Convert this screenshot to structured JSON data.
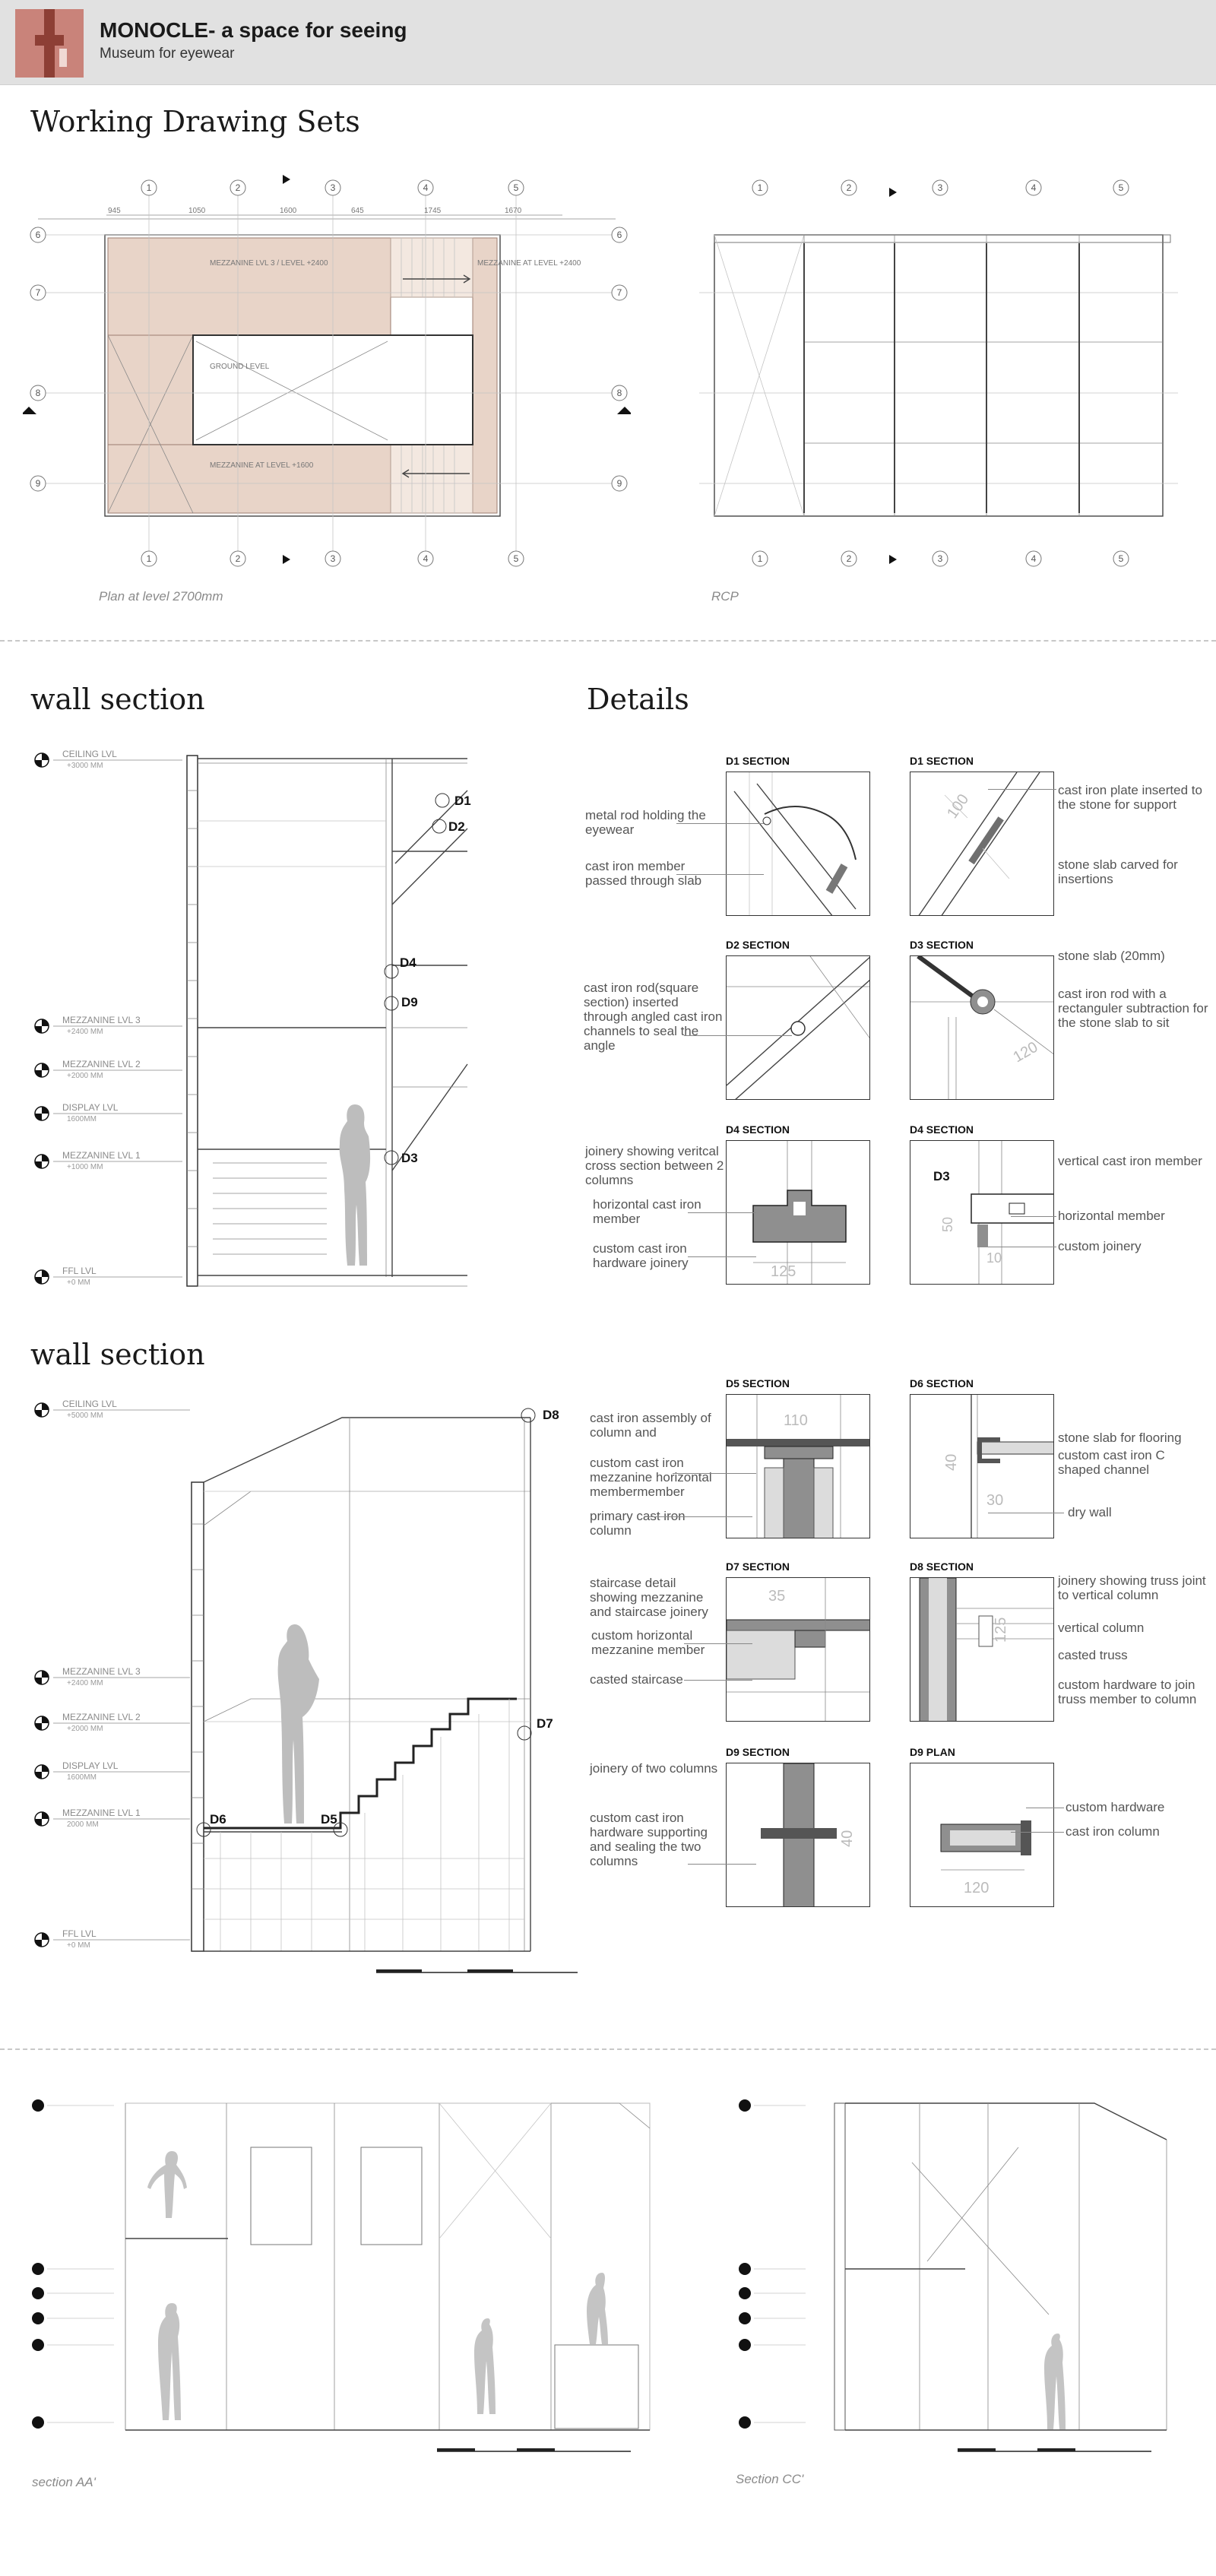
{
  "header": {
    "title": "MONOCLE- a space for seeing",
    "subtitle": "Museum for eyewear"
  },
  "sections": {
    "working_drawings": "Working Drawing Sets",
    "wall_section": "wall section",
    "details": "Details"
  },
  "plan": {
    "caption": "Plan at level 2700mm",
    "grid_cols": [
      "1",
      "2",
      "3",
      "4",
      "5"
    ],
    "grid_rows": [
      "6",
      "7",
      "8",
      "9"
    ],
    "dims": [
      "945",
      "1050",
      "1600",
      "645",
      "1745",
      "1670"
    ],
    "rooms": [
      "MEZZANINE LVL 3 / LEVEL +2400",
      "MEZZANINE AT LEVEL +2400",
      "GROUND LEVEL",
      "MEZZANINE AT LEVEL +1600"
    ]
  },
  "rcp": {
    "caption": "RCP",
    "grid_cols": [
      "1",
      "2",
      "3",
      "4",
      "5"
    ]
  },
  "levels_1": [
    {
      "name": "CEILING LVL",
      "value": "+3000 MM"
    },
    {
      "name": "MEZZANINE LVL 3",
      "value": "+2400 MM"
    },
    {
      "name": "MEZZANINE LVL 2",
      "value": "+2000 MM"
    },
    {
      "name": "DISPLAY LVL",
      "value": "1600MM"
    },
    {
      "name": "MEZZANINE LVL 1",
      "value": "+1000 MM"
    },
    {
      "name": "FFL LVL",
      "value": "+0 MM"
    }
  ],
  "levels_2": [
    {
      "name": "CEILING LVL",
      "value": "+5000 MM"
    },
    {
      "name": "MEZZANINE LVL 3",
      "value": "+2400 MM"
    },
    {
      "name": "MEZZANINE LVL 2",
      "value": "+2000 MM"
    },
    {
      "name": "DISPLAY LVL",
      "value": "1600MM"
    },
    {
      "name": "MEZZANINE LVL 1",
      "value": "2000 MM"
    },
    {
      "name": "FFL LVL",
      "value": "+0 MM"
    }
  ],
  "marks_1": [
    "D1",
    "D2",
    "D4",
    "D9",
    "D3"
  ],
  "marks_2": [
    "D8",
    "D7",
    "D6",
    "D5"
  ],
  "details": [
    {
      "title": "D1 SECTION",
      "notes": [
        "metal rod holding the eyewear",
        "cast iron member passed through slab"
      ]
    },
    {
      "title": "D1 SECTION",
      "notes": [
        "cast iron plate inserted to the stone for support",
        "stone slab carved for insertions"
      ],
      "dims": [
        "100"
      ]
    },
    {
      "title": "D2 SECTION",
      "notes": [
        "cast iron rod(square section) inserted through angled cast iron channels to seal the angle"
      ]
    },
    {
      "title": "D3 SECTION",
      "notes": [
        "stone slab (20mm)",
        "cast iron rod with a rectanguler subtraction for the stone slab to sit"
      ],
      "dims": [
        "120"
      ]
    },
    {
      "title": "D4 SECTION",
      "notes": [
        "joinery showing veritcal cross section between 2 columns",
        "horizontal cast iron member",
        "custom cast iron hardware joinery"
      ],
      "dims": [
        "125"
      ]
    },
    {
      "title": "D4 SECTION",
      "notes": [
        "vertical cast iron member",
        "horizontal member",
        "custom joinery"
      ],
      "mark": "D3",
      "dims": [
        "50",
        "10"
      ]
    },
    {
      "title": "D5 SECTION",
      "notes": [
        "cast iron assembly of column and",
        "custom cast iron mezzanine horizontal membermember",
        "primary cast iron column"
      ],
      "dims": [
        "110"
      ]
    },
    {
      "title": "D6 SECTION",
      "notes": [
        "stone slab for flooring",
        "custom cast iron C shaped channel",
        "dry wall"
      ],
      "dims": [
        "40",
        "30"
      ]
    },
    {
      "title": "D7 SECTION",
      "notes": [
        "staircase detail showing mezzanine and staircase joinery",
        "custom horizontal mezzanine member",
        "casted staircase"
      ],
      "dims": [
        "35"
      ]
    },
    {
      "title": "D8 SECTION",
      "notes": [
        "joinery showing truss joint to vertical column",
        "vertical column",
        "casted truss",
        "custom hardware to join truss member to column"
      ],
      "dims": [
        "125"
      ]
    },
    {
      "title": "D9 SECTION",
      "notes": [
        "joinery of two columns",
        "custom cast iron hardware supporting and sealing the two columns"
      ],
      "dims": [
        "40"
      ]
    },
    {
      "title": "D9 PLAN",
      "notes": [
        "custom hardware",
        "cast iron column"
      ],
      "dims": [
        "120"
      ]
    }
  ],
  "section_aa": {
    "caption": "section AA'"
  },
  "section_cc": {
    "caption": "Section CC'"
  },
  "colors": {
    "header_bg": "#e1e1e1",
    "logo": "#c9837a",
    "wall_fill": "#e8d4c8",
    "divider": "#c8c8c8"
  }
}
